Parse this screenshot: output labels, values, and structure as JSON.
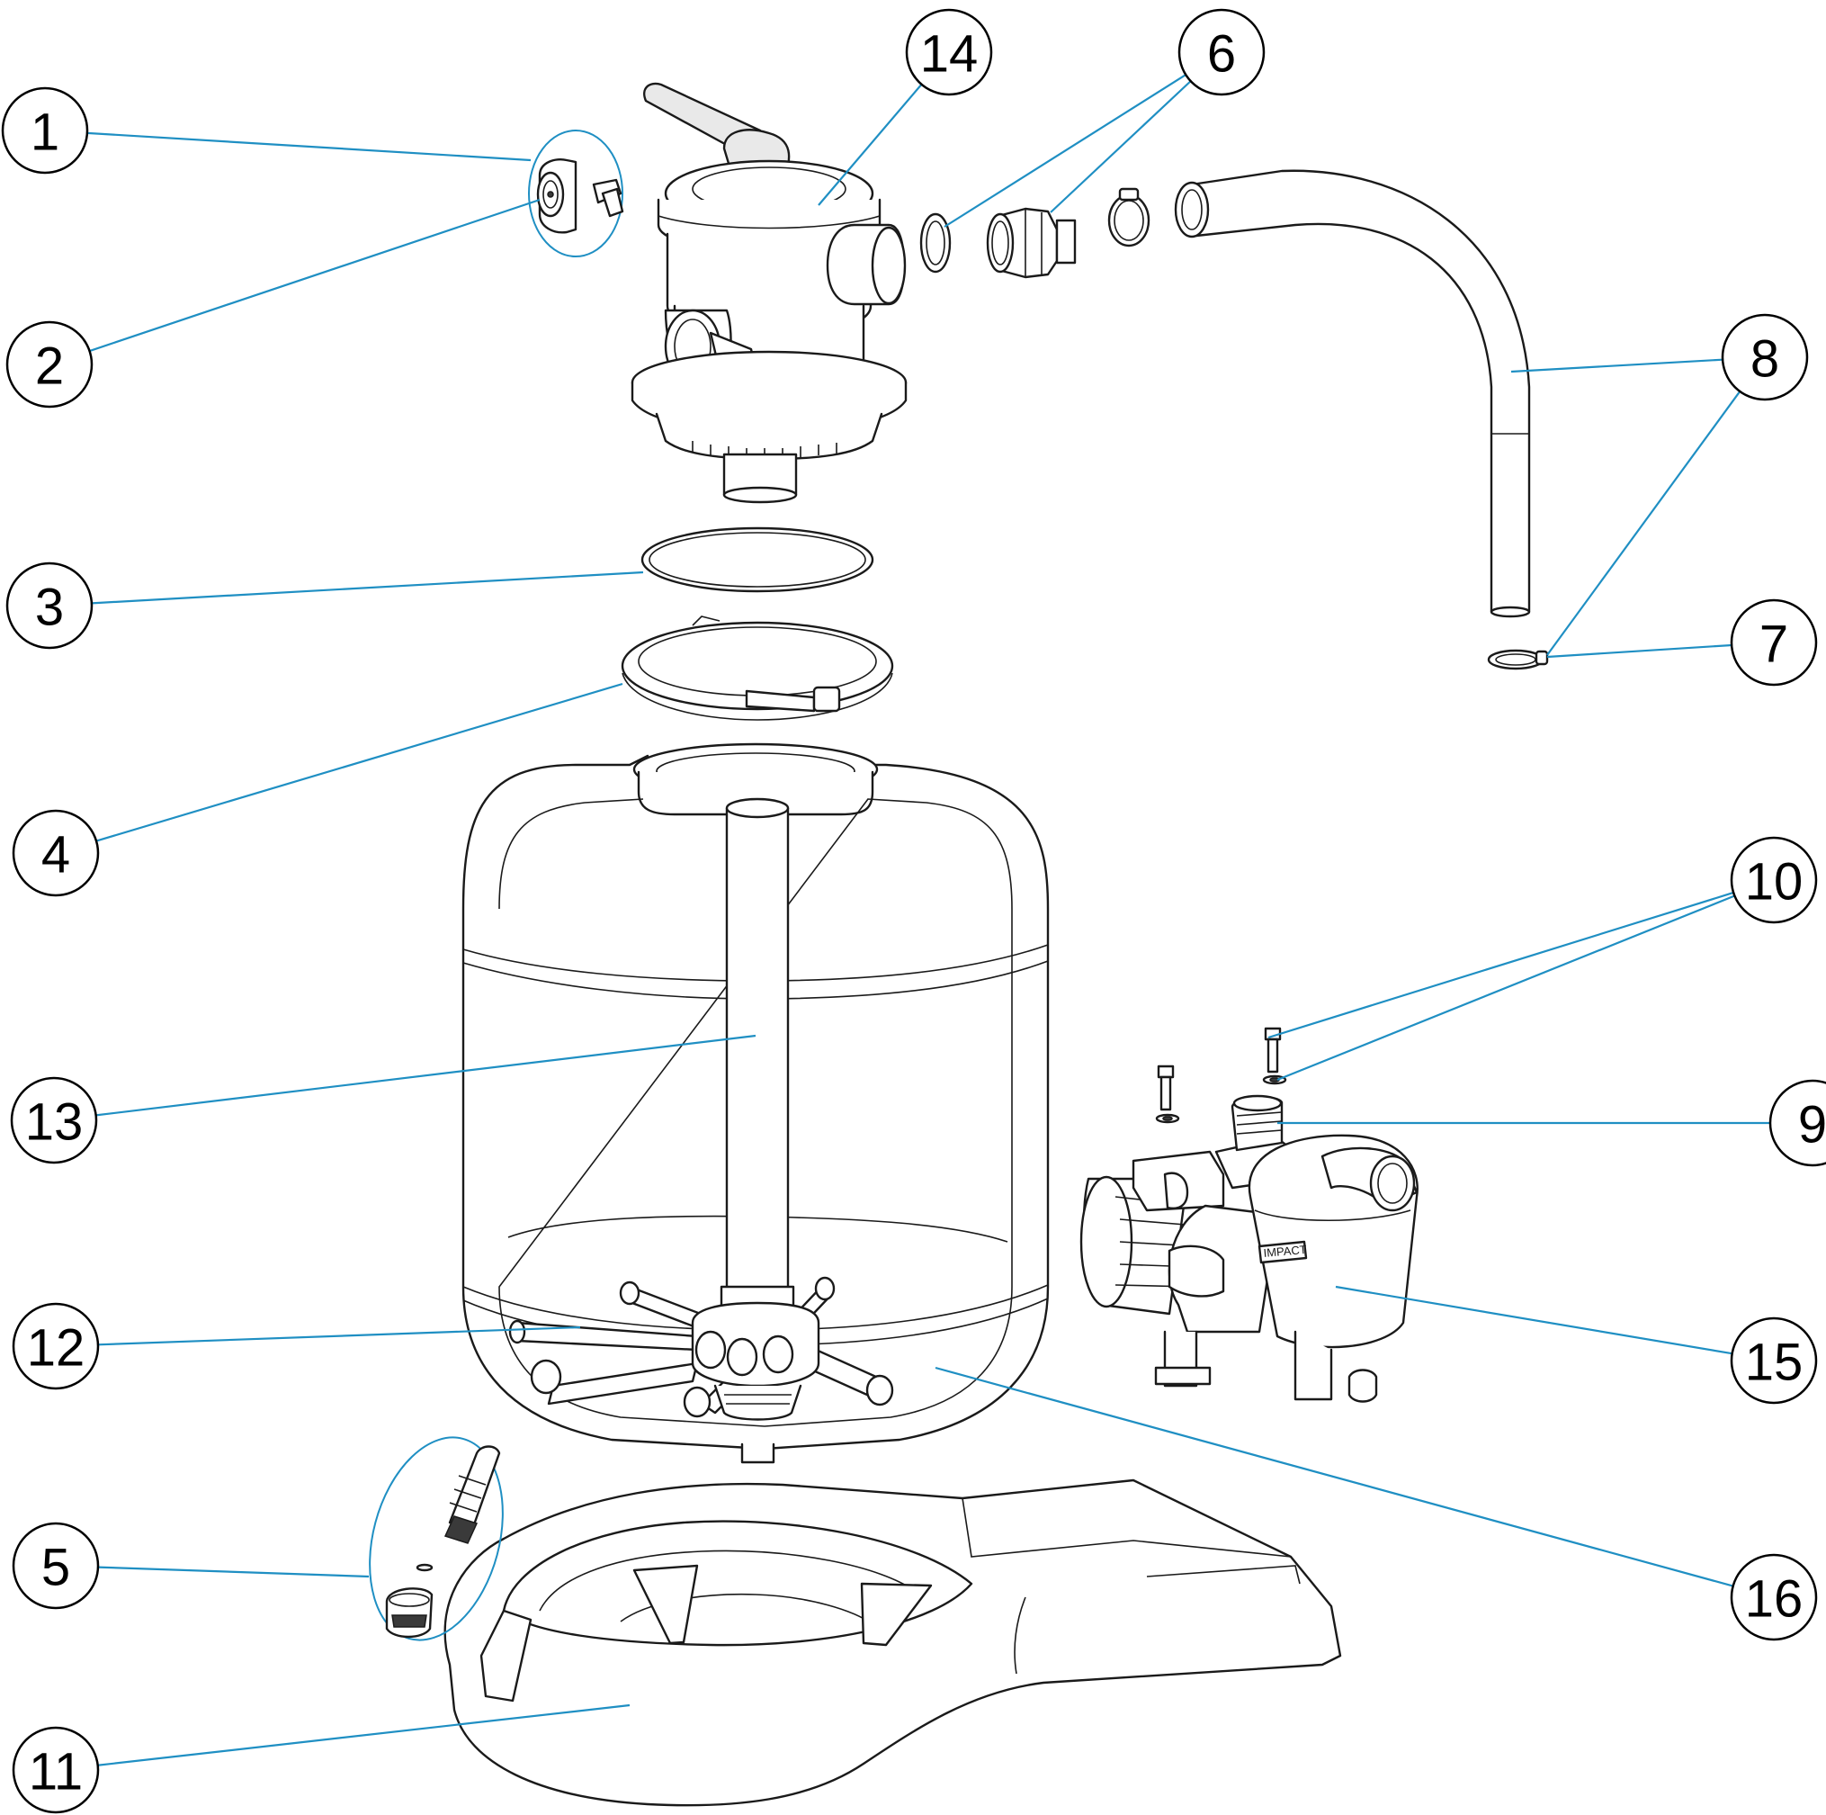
{
  "colors": {
    "leader": "#1f8fc3",
    "outline": "#1a1a1a",
    "background": "#ffffff"
  },
  "pump_brand_label": "IMPACT",
  "callouts": [
    {
      "number": "1"
    },
    {
      "number": "2"
    },
    {
      "number": "3"
    },
    {
      "number": "4"
    },
    {
      "number": "5"
    },
    {
      "number": "6"
    },
    {
      "number": "7"
    },
    {
      "number": "8"
    },
    {
      "number": "9"
    },
    {
      "number": "10"
    },
    {
      "number": "11"
    },
    {
      "number": "12"
    },
    {
      "number": "13"
    },
    {
      "number": "14"
    },
    {
      "number": "15"
    },
    {
      "number": "16"
    }
  ]
}
